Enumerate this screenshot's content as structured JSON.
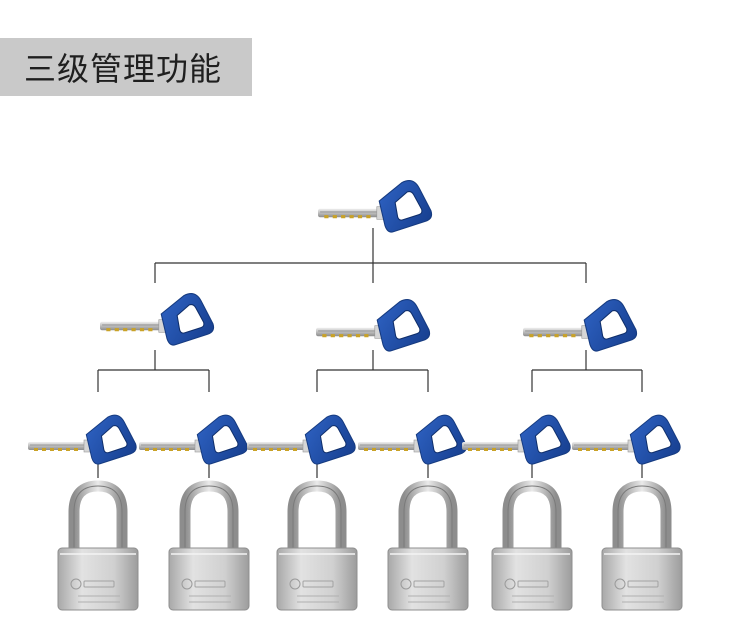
{
  "header": {
    "title": "三级管理功能"
  },
  "colors": {
    "key_head": "#1f4fa8",
    "key_head_dark": "#163b80",
    "key_blade": "#cfcfcf",
    "connector": "#333333",
    "lock_body": "#c8c8c8",
    "lock_shackle": "#b9b9b9"
  },
  "hierarchy": {
    "master_key": {
      "icon": "blue-key-icon"
    },
    "sub_master_keys": [
      {
        "icon": "blue-key-icon",
        "children": 2
      },
      {
        "icon": "blue-key-icon",
        "children": 2
      },
      {
        "icon": "blue-key-icon",
        "children": 2
      }
    ],
    "change_keys": [
      {
        "icon": "blue-key-icon",
        "lock": "padlock-icon"
      },
      {
        "icon": "blue-key-icon",
        "lock": "padlock-icon"
      },
      {
        "icon": "blue-key-icon",
        "lock": "padlock-icon"
      },
      {
        "icon": "blue-key-icon",
        "lock": "padlock-icon"
      },
      {
        "icon": "blue-key-icon",
        "lock": "padlock-icon"
      },
      {
        "icon": "blue-key-icon",
        "lock": "padlock-icon"
      }
    ]
  }
}
